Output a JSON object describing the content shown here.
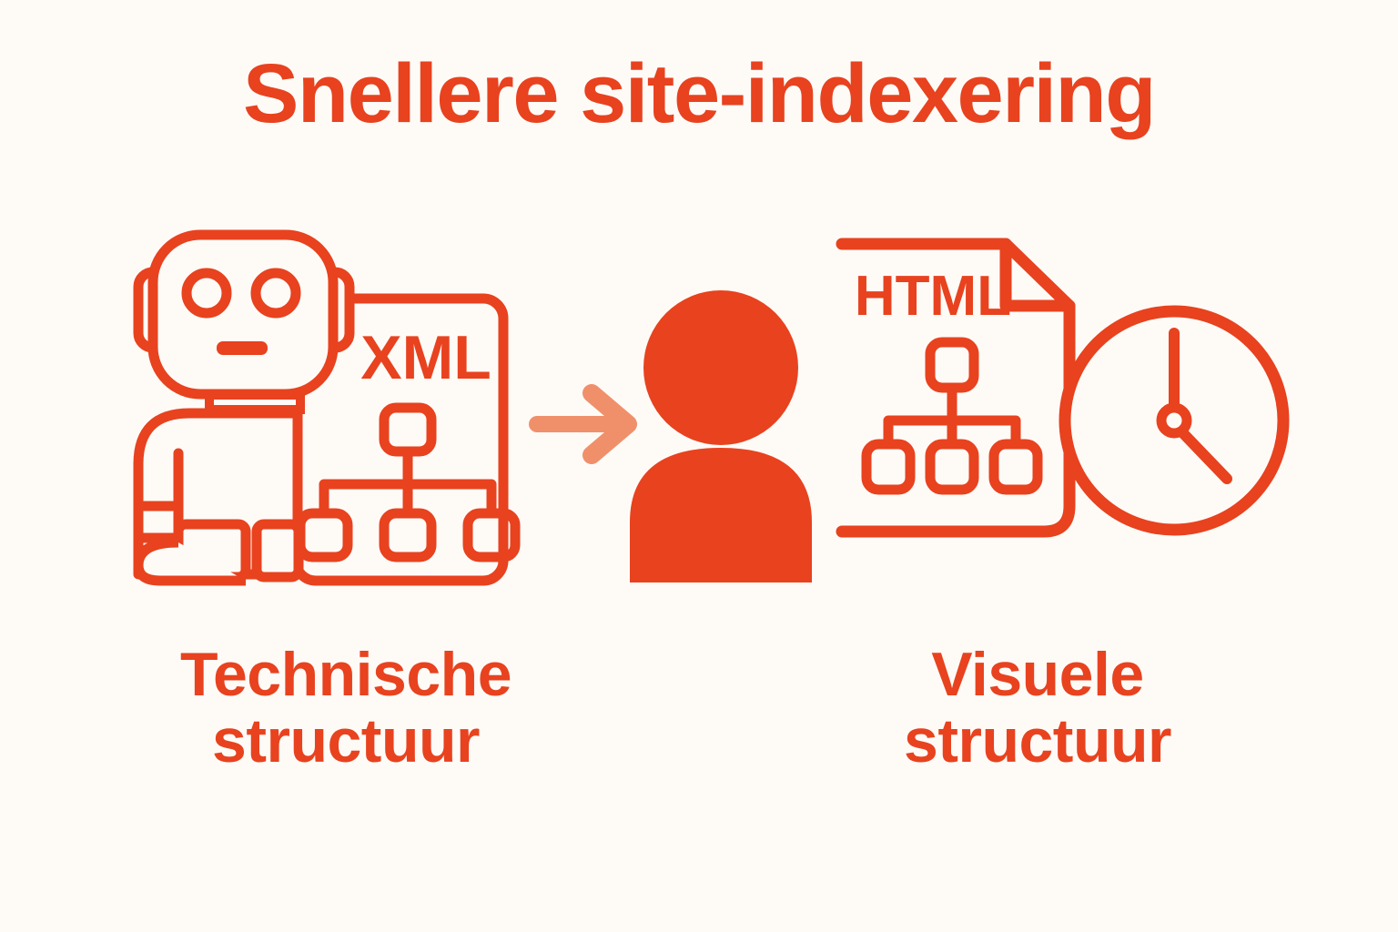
{
  "page": {
    "title": "Snellere site-indexering",
    "background_color": "#fefbf7",
    "accent_color": "#e8421f",
    "arrow_color": "#f0906b"
  },
  "left_group": {
    "caption_lines": [
      "Technische",
      "structuur"
    ],
    "icons": [
      {
        "name": "robot-icon",
        "label": ""
      },
      {
        "name": "xml-document-icon",
        "label": "XML"
      }
    ],
    "document_label": "XML",
    "sitemap": {
      "parent_nodes": 1,
      "child_nodes": 3
    }
  },
  "flow": {
    "arrow": {
      "name": "right-arrow-icon",
      "direction": "right",
      "color": "#f0906b"
    }
  },
  "right_group": {
    "caption_lines": [
      "Visuele",
      "structuur"
    ],
    "icons": [
      {
        "name": "person-icon",
        "label": ""
      },
      {
        "name": "html-document-icon",
        "label": "HTML"
      },
      {
        "name": "clock-icon",
        "label": ""
      }
    ],
    "document_label": "HTML",
    "sitemap": {
      "parent_nodes": 1,
      "child_nodes": 3
    },
    "clock": {
      "hour_hand": "12",
      "minute_hand": "4:30"
    }
  },
  "chart_data": {
    "type": "diagram",
    "title": "Snellere site-indexering",
    "nodes": [
      {
        "id": "technische-structuur",
        "label": "Technische structuur",
        "icons": [
          "robot",
          "xml-document",
          "sitemap-tree"
        ]
      },
      {
        "id": "visuele-structuur",
        "label": "Visuele structuur",
        "icons": [
          "person",
          "html-document",
          "sitemap-tree",
          "clock"
        ]
      }
    ],
    "edges": [
      {
        "from": "technische-structuur",
        "to": "visuele-structuur",
        "style": "arrow",
        "label": ""
      }
    ]
  }
}
